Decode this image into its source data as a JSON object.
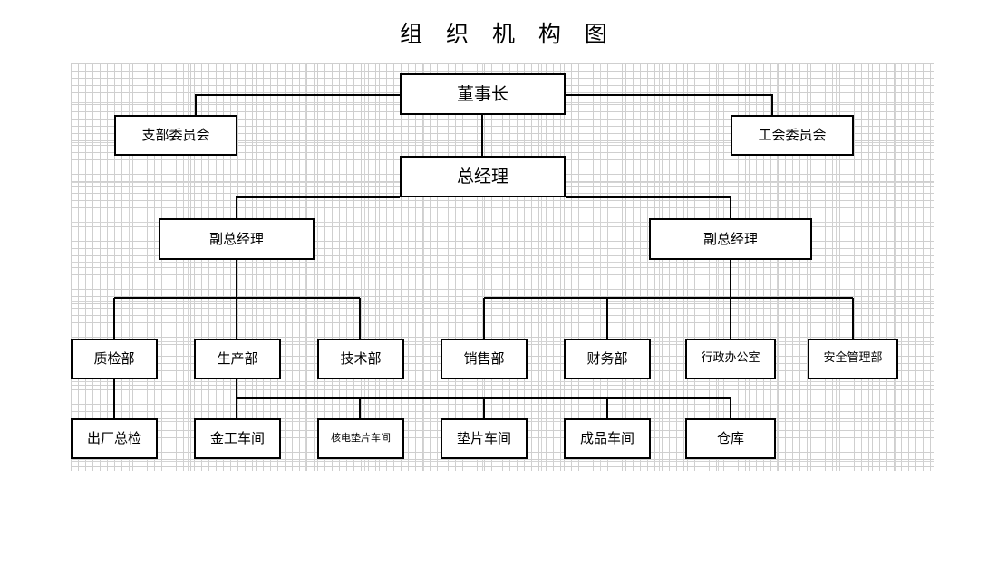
{
  "title": "组 织 机 构 图",
  "colors": {
    "box_border": "#000000",
    "box_fill": "#ffffff",
    "connector": "#000000",
    "grid": "#d4d4d4",
    "text": "#000000",
    "background": "#ffffff"
  },
  "chart_data": {
    "type": "diagram",
    "diagram_type": "organization-chart",
    "title": "组 织 机 构 图",
    "levels": [
      {
        "level": 1,
        "nodes": [
          "董事长"
        ]
      },
      {
        "level": 2,
        "nodes": [
          "支部委员会",
          "工会委员会"
        ]
      },
      {
        "level": 3,
        "nodes": [
          "总经理"
        ]
      },
      {
        "level": 4,
        "nodes": [
          "副总经理",
          "副总经理"
        ]
      },
      {
        "level": 5,
        "nodes": [
          "质检部",
          "生产部",
          "技术部",
          "销售部",
          "财务部",
          "行政办公室",
          "安全管理部"
        ]
      },
      {
        "level": 6,
        "nodes": [
          "出厂总检",
          "金工车间",
          "核电垫片车间",
          "垫片车间",
          "成品车间",
          "仓库"
        ]
      }
    ],
    "edges": [
      {
        "from": "董事长",
        "to": "支部委员会"
      },
      {
        "from": "董事长",
        "to": "工会委员会"
      },
      {
        "from": "董事长",
        "to": "总经理"
      },
      {
        "from": "总经理",
        "to": "副总经理(左)"
      },
      {
        "from": "总经理",
        "to": "副总经理(右)"
      },
      {
        "from": "副总经理(左)",
        "to": "质检部"
      },
      {
        "from": "副总经理(左)",
        "to": "生产部"
      },
      {
        "from": "副总经理(左)",
        "to": "技术部"
      },
      {
        "from": "副总经理(右)",
        "to": "销售部"
      },
      {
        "from": "副总经理(右)",
        "to": "财务部"
      },
      {
        "from": "副总经理(右)",
        "to": "行政办公室"
      },
      {
        "from": "副总经理(右)",
        "to": "安全管理部"
      },
      {
        "from": "质检部",
        "to": "出厂总检"
      },
      {
        "from": "生产部",
        "to": "金工车间"
      },
      {
        "from": "生产部",
        "to": "核电垫片车间"
      },
      {
        "from": "生产部",
        "to": "垫片车间"
      },
      {
        "from": "生产部",
        "to": "成品车间"
      },
      {
        "from": "生产部",
        "to": "仓库"
      }
    ]
  },
  "nodes": {
    "chairman": {
      "label": "董事长"
    },
    "party_branch": {
      "label": "支部委员会"
    },
    "labor_union": {
      "label": "工会委员会"
    },
    "general_manager": {
      "label": "总经理"
    },
    "deputy_left": {
      "label": "副总经理"
    },
    "deputy_right": {
      "label": "副总经理"
    },
    "dept_quality": {
      "label": "质检部"
    },
    "dept_production": {
      "label": "生产部"
    },
    "dept_technology": {
      "label": "技术部"
    },
    "dept_sales": {
      "label": "销售部"
    },
    "dept_finance": {
      "label": "财务部"
    },
    "dept_admin": {
      "label": "行政办公室"
    },
    "dept_safety": {
      "label": "安全管理部"
    },
    "ws_final_check": {
      "label": "出厂总检"
    },
    "ws_metalwork": {
      "label": "金工车间"
    },
    "ws_nuclear_gasket": {
      "label": "核电垫片车间"
    },
    "ws_gasket": {
      "label": "垫片车间"
    },
    "ws_finished": {
      "label": "成品车间"
    },
    "ws_warehouse": {
      "label": "仓库"
    }
  }
}
